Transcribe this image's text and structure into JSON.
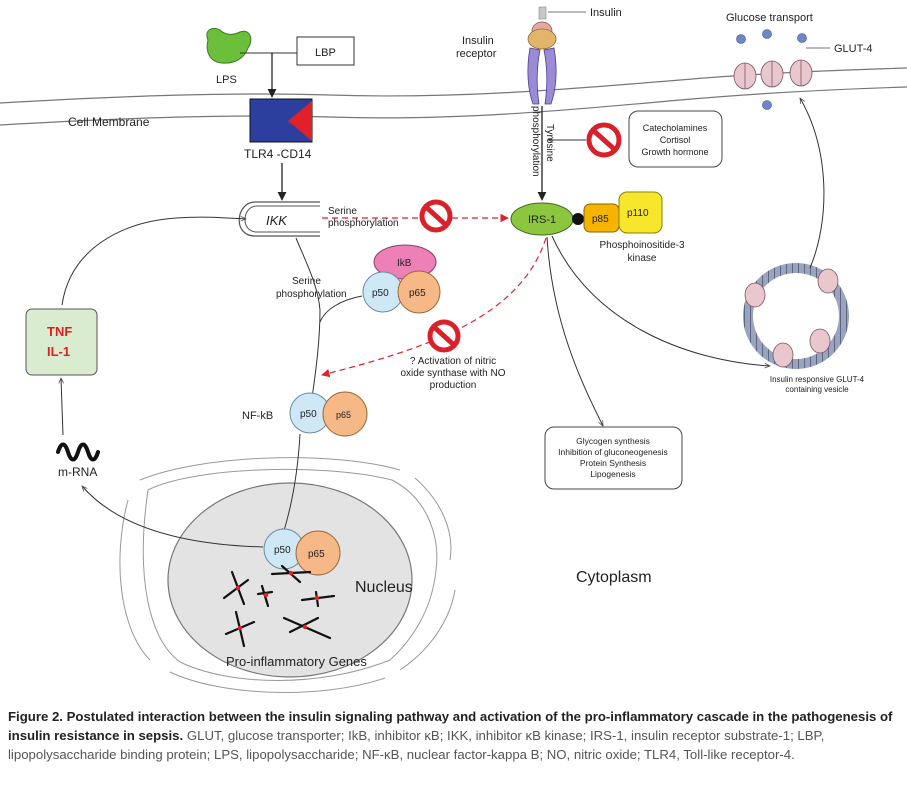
{
  "labels": {
    "insulin": "Insulin",
    "insulin_receptor_1": "Insulin",
    "insulin_receptor_2": "receptor",
    "glucose_transport": "Glucose transport",
    "glut4": "GLUT-4",
    "lps": "LPS",
    "lbp": "LBP",
    "cell_membrane": "Cell Membrane",
    "tlr4": "TLR4 -CD14",
    "tyrosine_1": "Tyrosine",
    "tyrosine_2": "phosphorylation",
    "hormones": [
      "Catecholamines",
      "Cortisol",
      "Growth hormone"
    ],
    "ikk": "IKK",
    "serine_top_1": "Serine",
    "serine_top_2": "phosphorylation",
    "irs1": "IRS-1",
    "p85": "p85",
    "p110": "p110",
    "pi3k_1": "Phosphoinositide-3",
    "pi3k_2": "kinase",
    "ikb": "IkB",
    "p50": "p50",
    "p65": "p65",
    "serine_mid_1": "Serine",
    "serine_mid_2": "phosphorylation",
    "nos_1": "? Activation of nitric",
    "nos_2": "oxide synthase with NO",
    "nos_3": "production",
    "vesicle_1": "Insulin responsive GLUT-4",
    "vesicle_2": "containing vesicle",
    "tnf": "TNF",
    "il1": "IL-1",
    "nfkb": "NF-kB",
    "nfkb_p50": "p50",
    "nfkb_p65": "p65",
    "metabolic": [
      "Glycogen synthesis",
      "Inhibition of gluconeogenesis",
      "Protein Synthesis",
      "Lipogenesis"
    ],
    "mrna": "m-RNA",
    "nuc_p50": "p50",
    "nuc_p65": "p65",
    "nucleus": "Nucleus",
    "cytoplasm": "Cytoplasm",
    "genes": "Pro-inflammatory Genes"
  },
  "caption": {
    "title": "Figure 2. Postulated interaction between the insulin signaling pathway and activation of the pro-inflammatory cascade in the pathogenesis of insulin resistance in sepsis.",
    "body": " GLUT, glucose transporter; IkB, inhibitor κB; IKK, inhibitor κB kinase; IRS-1, insulin receptor substrate-1; LBP, lipopolysaccharide binding protein; LPS, lipopolysaccharide; NF-κB, nuclear factor-kappa B; NO, nitric oxide; TLR4, Toll-like receptor-4."
  },
  "colors": {
    "tlr4_box": "#2d3f9e",
    "tlr4_triangle": "#e0202a",
    "lps": "#6cbf3b",
    "irs1": "#8cc63f",
    "p85": "#f4b400",
    "p110": "#f7e62b",
    "ikb": "#ee80b8",
    "p50": "#cfe8f5",
    "p65": "#f6b886",
    "tnf_box": "#d9ecd0",
    "tnf_text": "#e02020",
    "nucleus": "#e3e3e3",
    "inhibit": "#d9212b",
    "dashed_arrow": "#e0202a",
    "glucose": "#6d86c6"
  }
}
